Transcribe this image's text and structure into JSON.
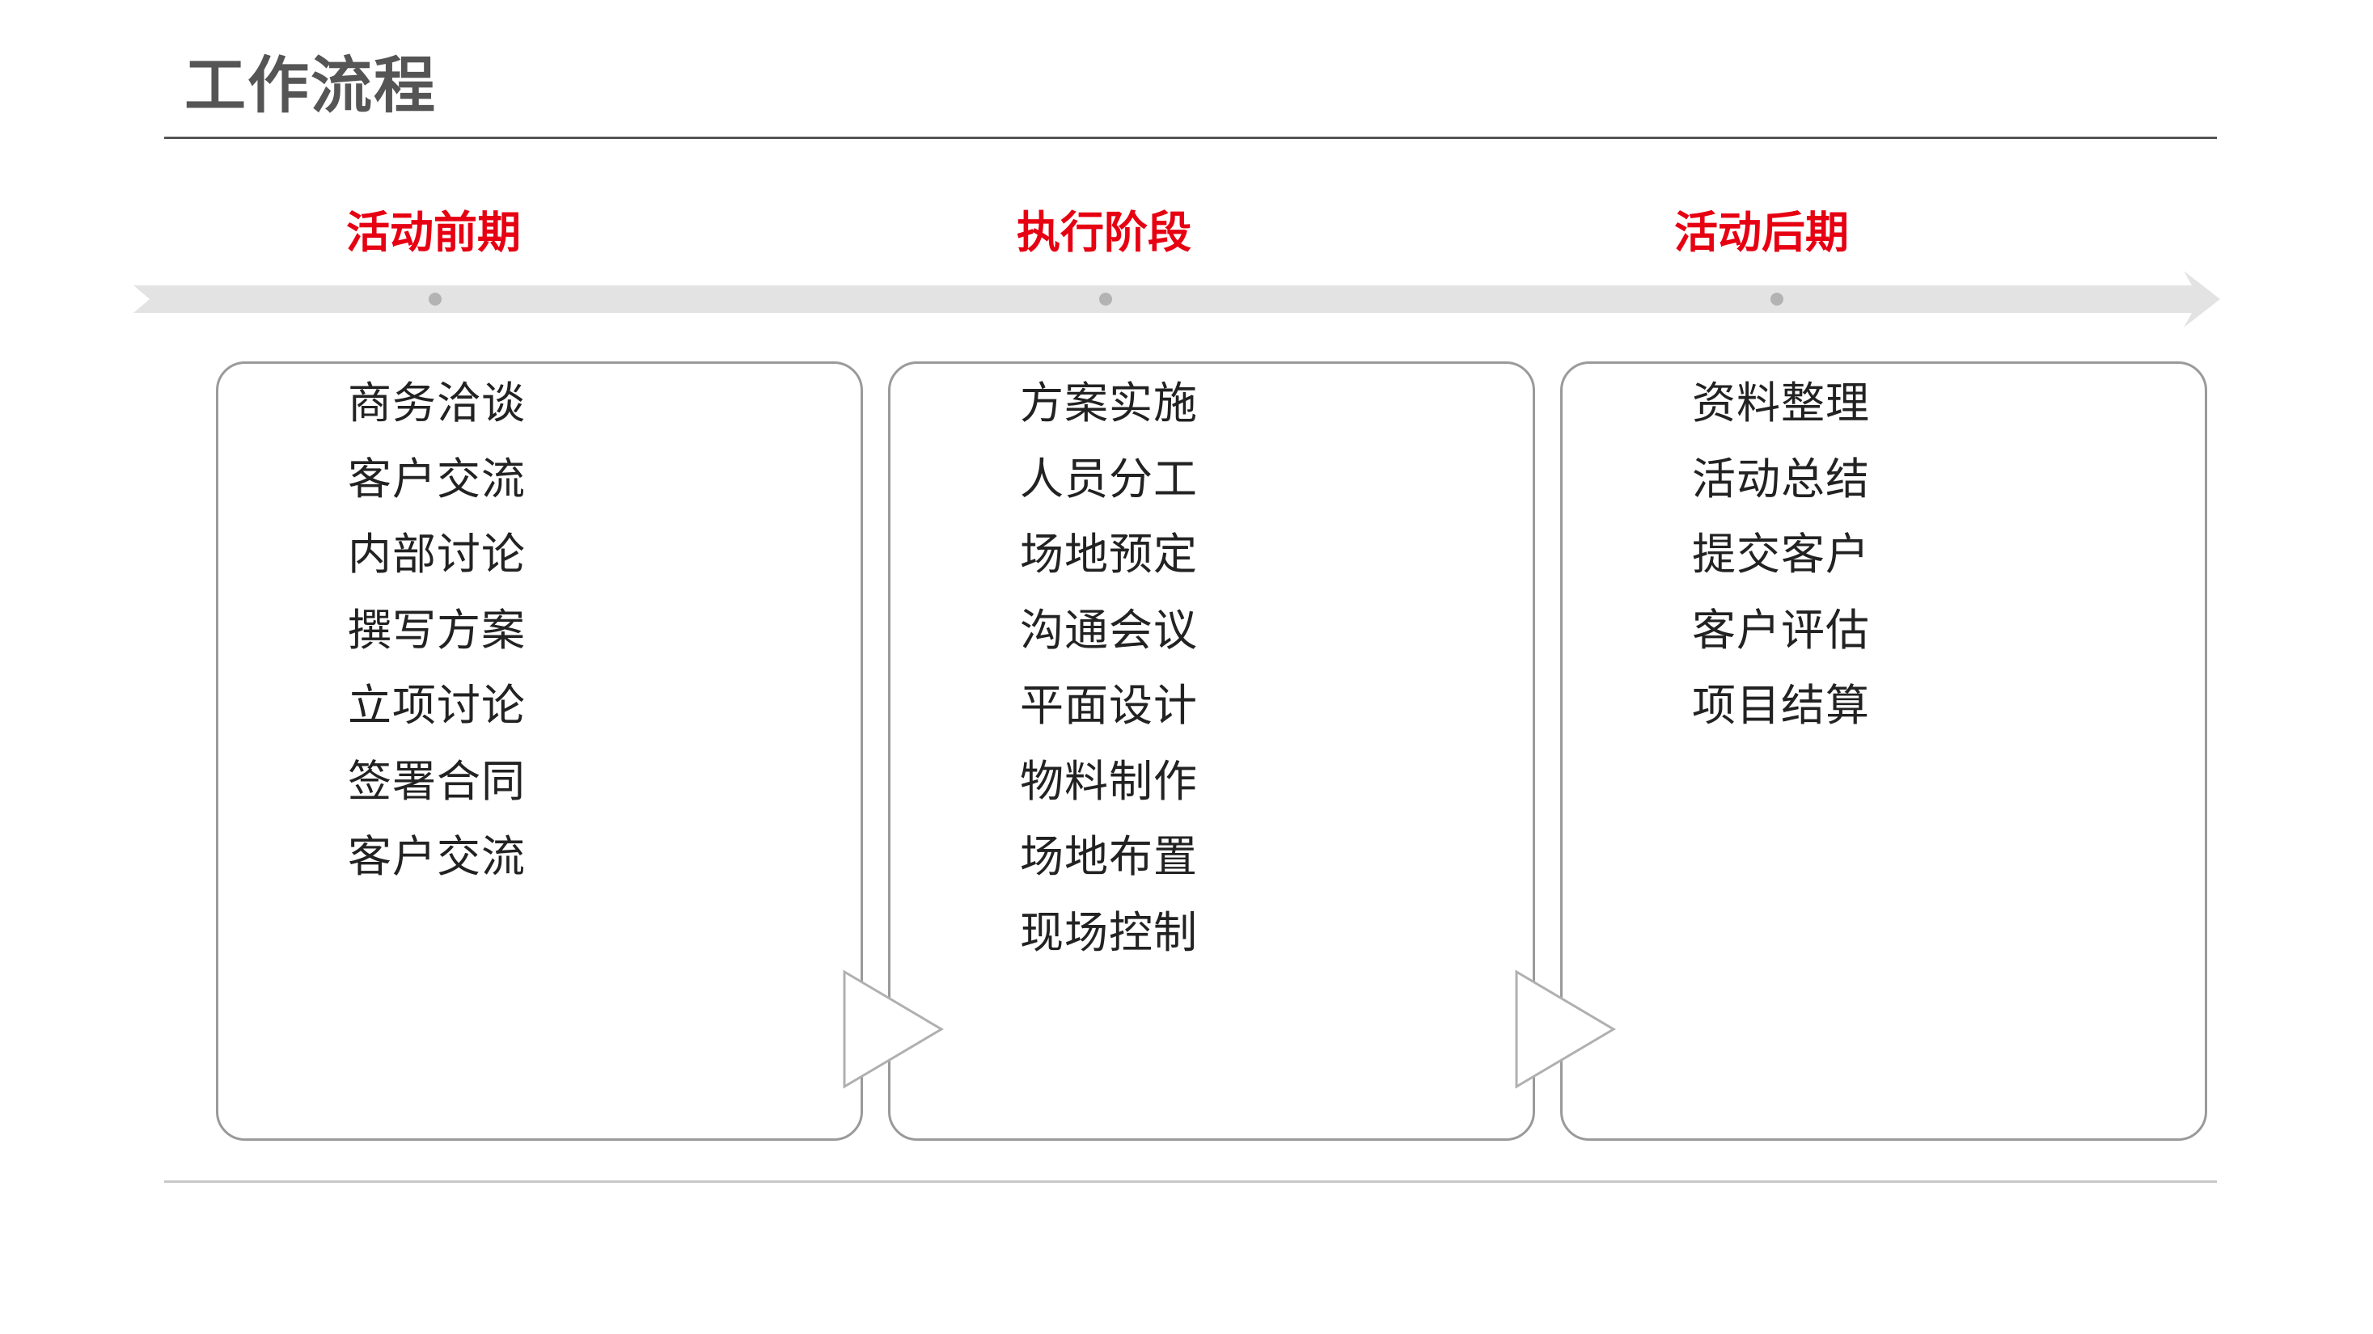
{
  "title": "工作流程",
  "accent_color": "#e60012",
  "phases": [
    {
      "label": "活动前期",
      "items": [
        "商务洽谈",
        "客户交流",
        "内部讨论",
        "撰写方案",
        "立项讨论",
        "签署合同",
        "客户交流"
      ]
    },
    {
      "label": "执行阶段",
      "items": [
        "方案实施",
        "人员分工",
        "场地预定",
        "沟通会议",
        "平面设计",
        "物料制作",
        "场地布置",
        "现场控制"
      ]
    },
    {
      "label": "活动后期",
      "items": [
        "资料整理",
        "活动总结",
        "提交客户",
        "客户评估",
        "项目结算"
      ]
    }
  ]
}
